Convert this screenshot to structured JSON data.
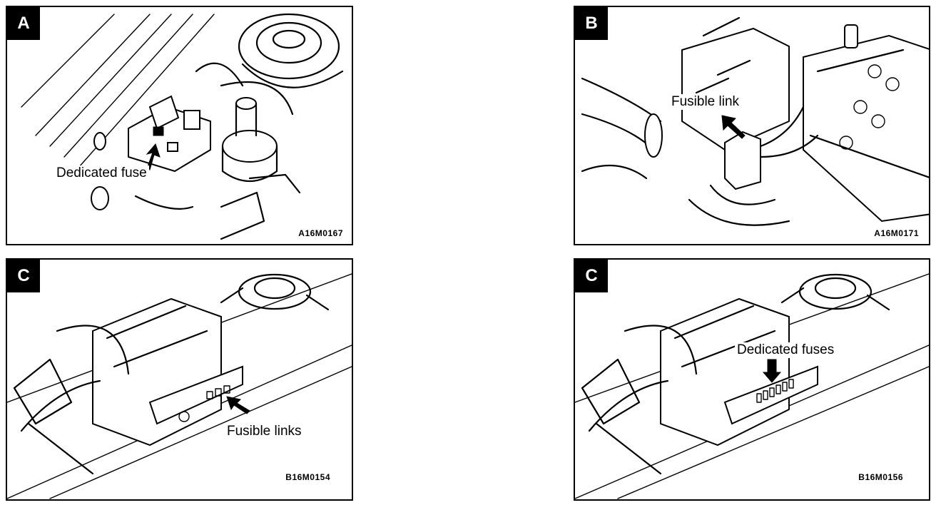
{
  "panels": [
    {
      "letter": "A",
      "callout": "Dedicated fuse",
      "code": "A16M0167"
    },
    {
      "letter": "B",
      "callout": "Fusible link",
      "code": "A16M0171"
    },
    {
      "letter": "C",
      "callout": "Fusible links",
      "code": "B16M0154"
    },
    {
      "letter": "C",
      "callout": "Dedicated fuses",
      "code": "B16M0156"
    }
  ]
}
